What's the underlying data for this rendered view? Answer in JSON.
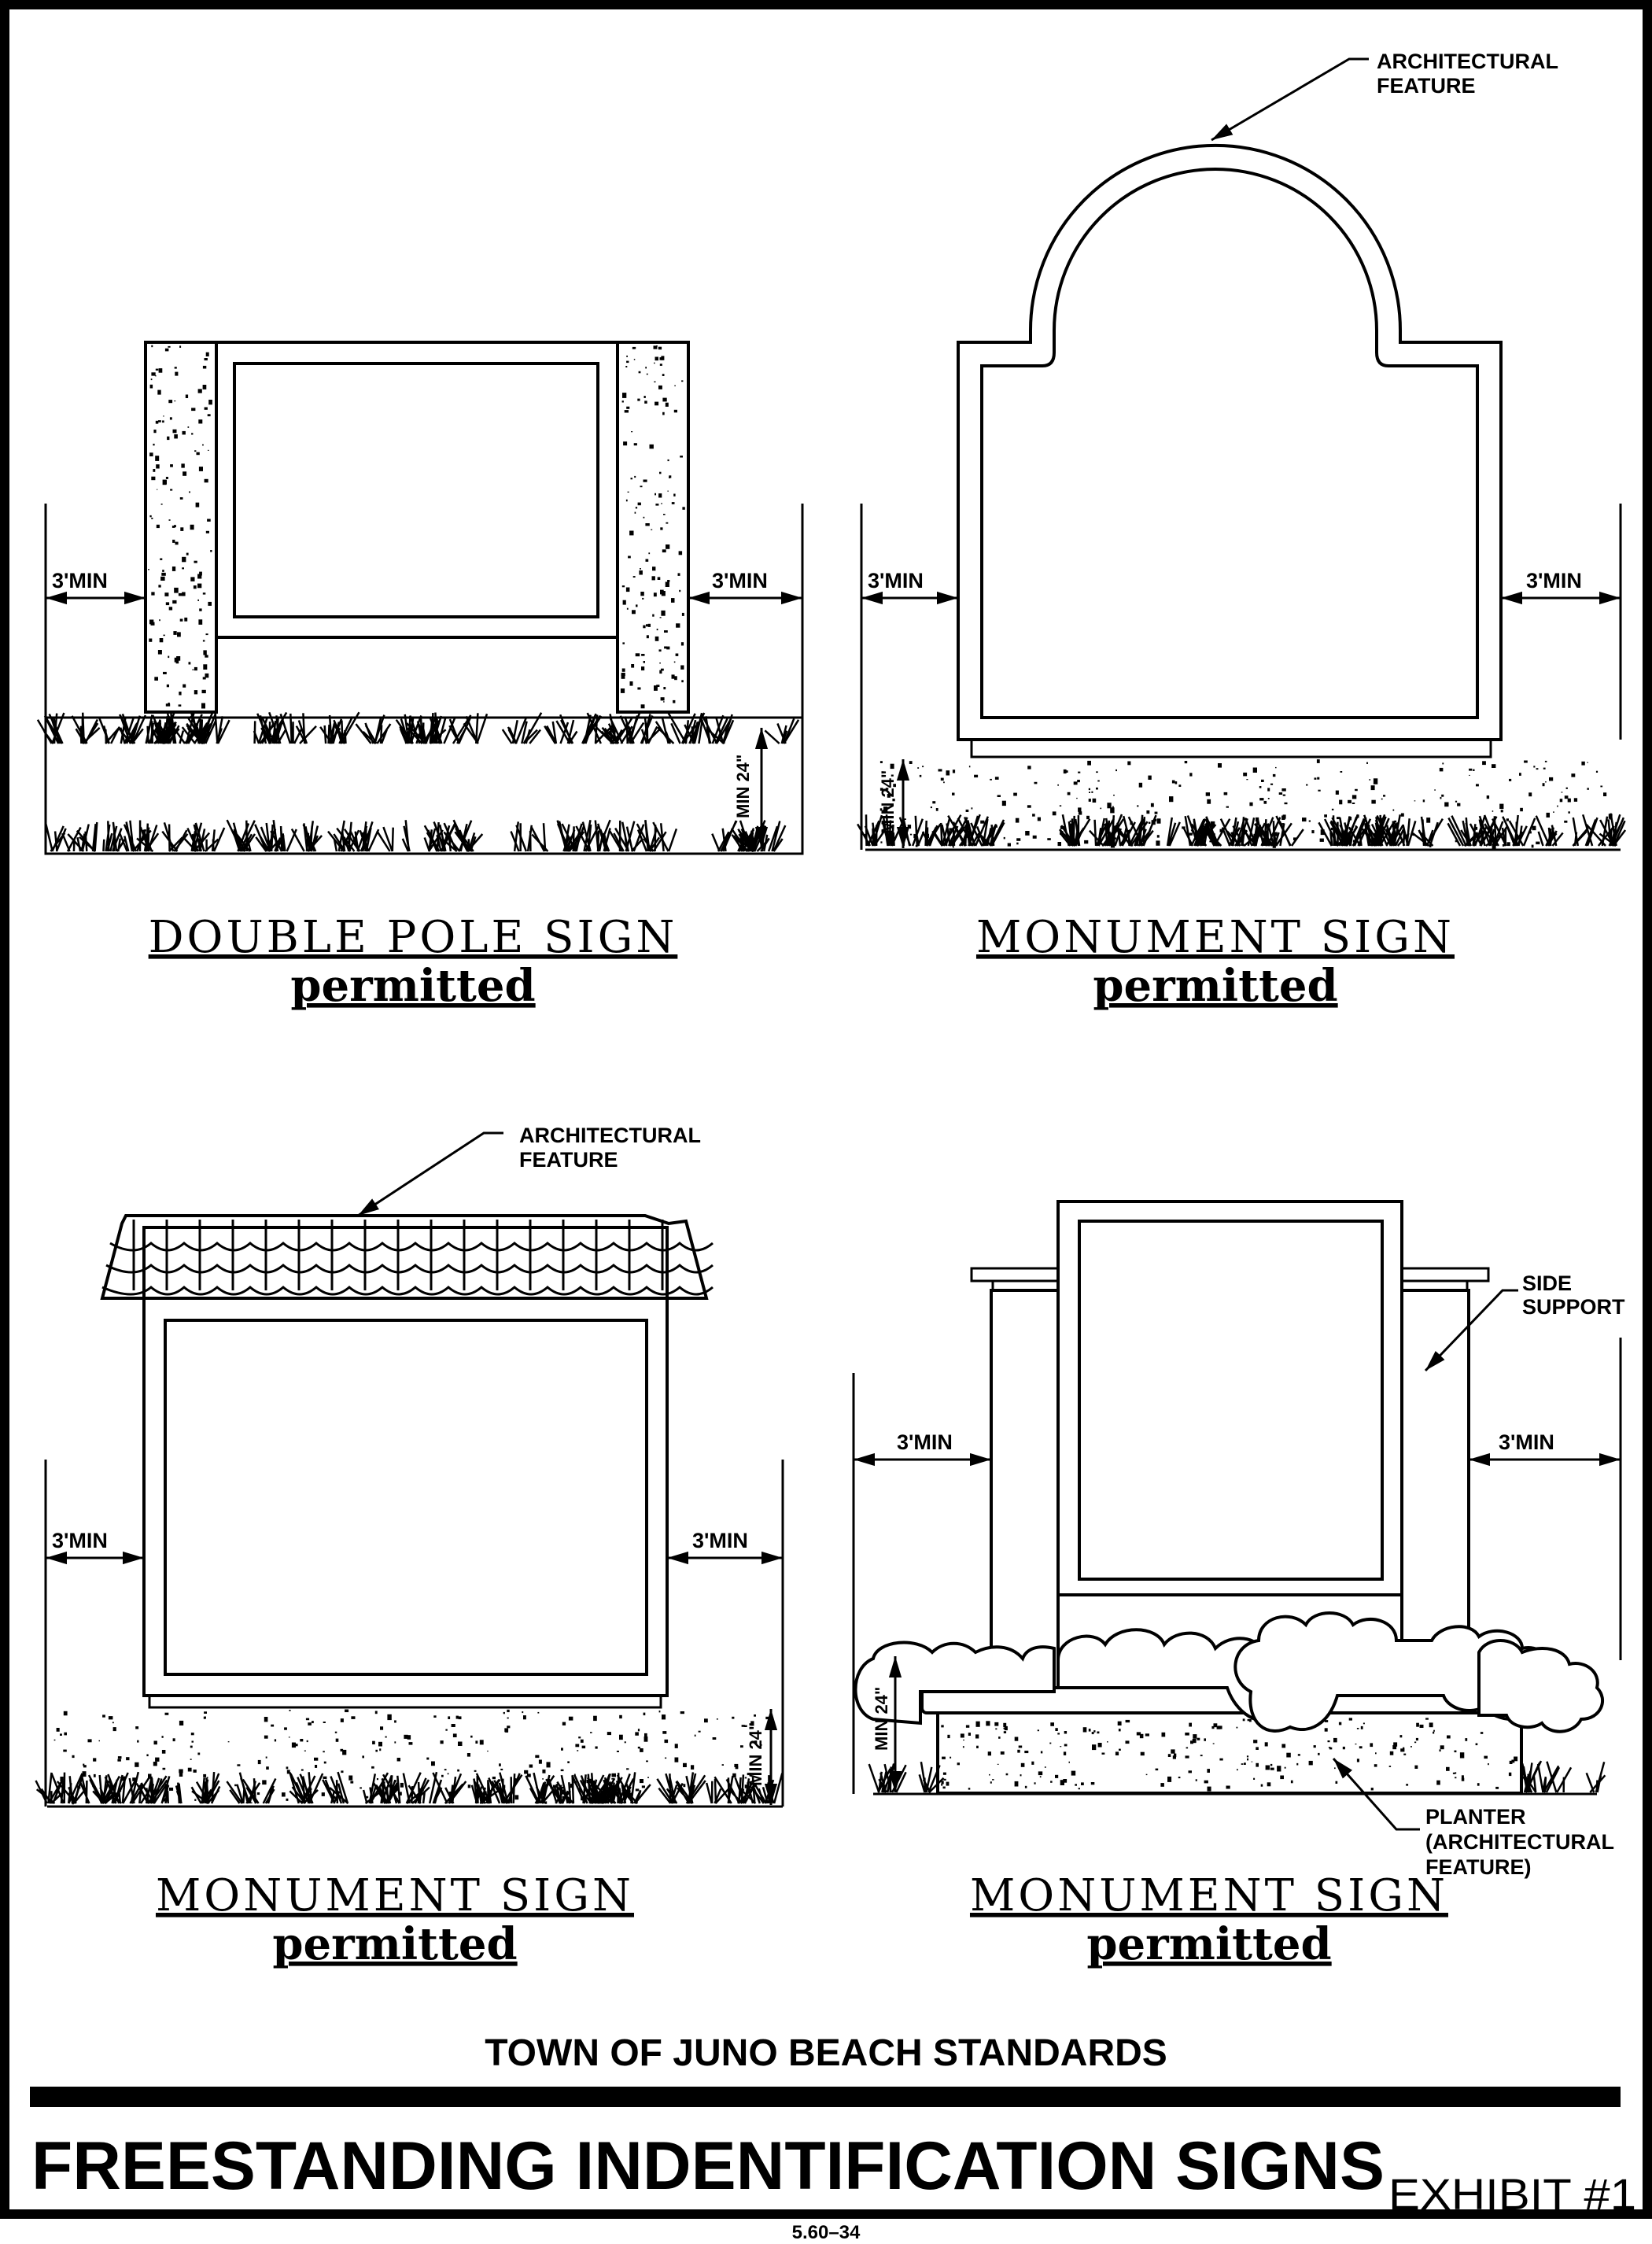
{
  "panels": {
    "top_left": {
      "title": "DOUBLE POLE SIGN",
      "subtitle": "permitted",
      "dim_left": "3'MIN",
      "dim_right": "3'MIN",
      "dim_vertical": "MIN 24\""
    },
    "top_right": {
      "title": "MONUMENT SIGN",
      "subtitle": "permitted",
      "dim_left": "3'MIN",
      "dim_right": "3'MIN",
      "dim_vertical": "MIN 24\"",
      "note_line1": "ARCHITECTURAL",
      "note_line2": "FEATURE"
    },
    "bottom_left": {
      "title": "MONUMENT SIGN",
      "subtitle": "permitted",
      "dim_left": "3'MIN",
      "dim_right": "3'MIN",
      "dim_vertical": "MIN 24\"",
      "note_line1": "ARCHITECTURAL",
      "note_line2": "FEATURE"
    },
    "bottom_right": {
      "title": "MONUMENT SIGN",
      "subtitle": "permitted",
      "dim_left": "3'MIN",
      "dim_right": "3'MIN",
      "dim_vertical": "MIN 24\"",
      "side_note_line1": "SIDE",
      "side_note_line2": "SUPPORT",
      "planter_line1": "PLANTER",
      "planter_line2": "(ARCHITECTURAL",
      "planter_line3": "FEATURE)"
    }
  },
  "footer": {
    "standards": "TOWN OF JUNO BEACH STANDARDS",
    "main_title": "FREESTANDING INDENTIFICATION SIGNS",
    "exhibit": "EXHIBIT #1",
    "page_number": "5.60–34"
  },
  "colors": {
    "ink": "#000000",
    "paper": "#ffffff"
  }
}
